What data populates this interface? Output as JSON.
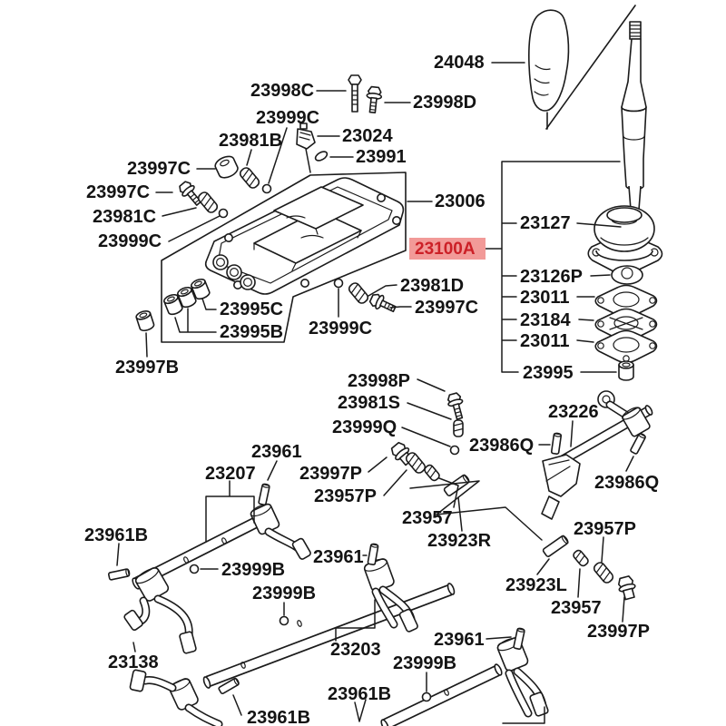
{
  "diagram": {
    "kind": "exploded-parts-diagram",
    "background": "#ffffff",
    "line_color": "#1b1b1b",
    "highlight": {
      "part": "23100A",
      "text_color": "#cc2027",
      "bg_color": "#f29a98"
    },
    "labels": [
      {
        "text": "23998C"
      },
      {
        "text": "23998D"
      },
      {
        "text": "23999C"
      },
      {
        "text": "23981B"
      },
      {
        "text": "23024"
      },
      {
        "text": "23991"
      },
      {
        "text": "23997C"
      },
      {
        "text": "23997C"
      },
      {
        "text": "23981C"
      },
      {
        "text": "23999C"
      },
      {
        "text": "24048"
      },
      {
        "text": "23006"
      },
      {
        "text": "23100A"
      },
      {
        "text": "23127"
      },
      {
        "text": "23126P"
      },
      {
        "text": "23011"
      },
      {
        "text": "23184"
      },
      {
        "text": "23011"
      },
      {
        "text": "23995"
      },
      {
        "text": "23981D"
      },
      {
        "text": "23997C"
      },
      {
        "text": "23999C"
      },
      {
        "text": "23995C"
      },
      {
        "text": "23995B"
      },
      {
        "text": "23997B"
      },
      {
        "text": "23998P"
      },
      {
        "text": "23981S"
      },
      {
        "text": "23999Q"
      },
      {
        "text": "23986Q"
      },
      {
        "text": "23226"
      },
      {
        "text": "23986Q"
      },
      {
        "text": "23997P"
      },
      {
        "text": "23957P"
      },
      {
        "text": "23957"
      },
      {
        "text": "23923R"
      },
      {
        "text": "23961"
      },
      {
        "text": "23207"
      },
      {
        "text": "23961"
      },
      {
        "text": "23999B"
      },
      {
        "text": "23999B"
      },
      {
        "text": "23961B"
      },
      {
        "text": "23138"
      },
      {
        "text": "23203"
      },
      {
        "text": "23999B"
      },
      {
        "text": "23961B"
      },
      {
        "text": "23961B"
      },
      {
        "text": "23961"
      },
      {
        "text": "23923L"
      },
      {
        "text": "23957"
      },
      {
        "text": "23957P"
      },
      {
        "text": "23997P"
      }
    ]
  }
}
